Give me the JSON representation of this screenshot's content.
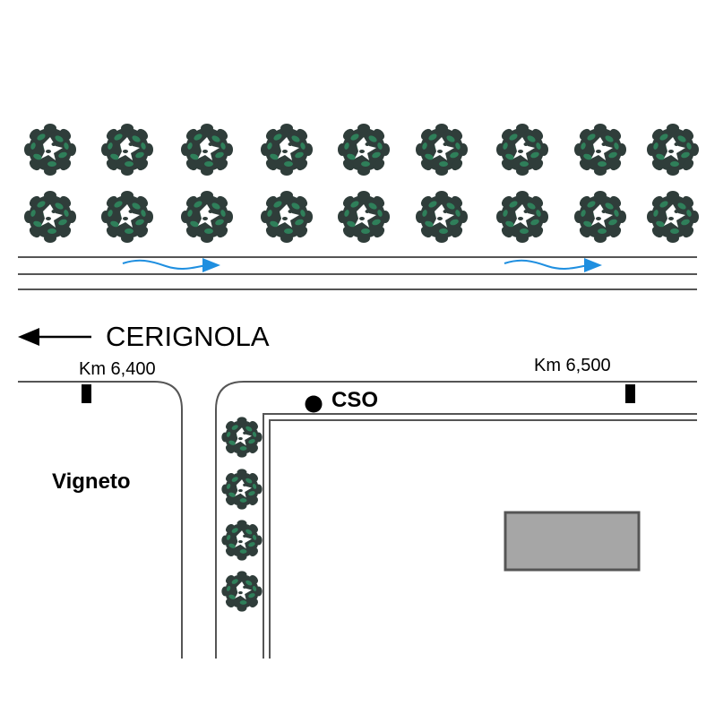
{
  "map": {
    "direction_label": "CERIGNOLA",
    "km_marker_left": "Km 6,400",
    "km_marker_right": "Km 6,500",
    "station_label": "CSO",
    "field_label": "Vigneto"
  },
  "colors": {
    "tree_dark": "#2f3d3a",
    "tree_green": "#2f7f5a",
    "flow_arrow": "#1f8fe0",
    "building_fill": "#a6a6a6",
    "building_stroke": "#555555",
    "line": "#555555"
  },
  "icons": {
    "tree": "tree-canopy-icon",
    "flow": "water-flow-arrow-icon",
    "direction": "arrow-left-icon",
    "marker": "km-marker-icon",
    "station": "station-dot-icon"
  }
}
